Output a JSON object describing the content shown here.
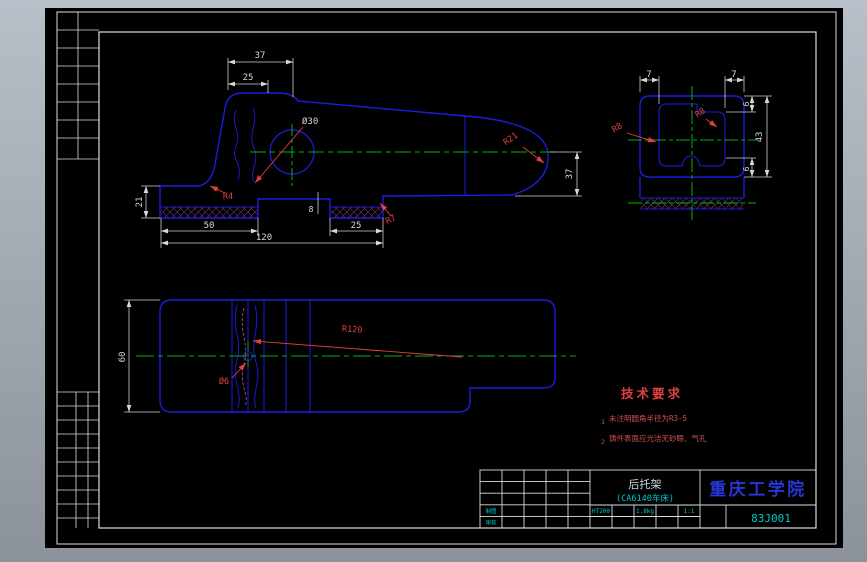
{
  "drawing": {
    "side_view": {
      "dim_top_width": "37",
      "dim_top_inner": "25",
      "dim_bore": "Ø30",
      "dim_nose_radius": "R21",
      "dim_right_height": "37",
      "dim_foot_height": "21",
      "dim_fillet": "R4",
      "dim_pad_left": "50",
      "dim_overall": "120",
      "dim_relief": "8",
      "dim_pad_right": "25",
      "dim_step_radius": "R7"
    },
    "end_view": {
      "dim_wall_left": "7",
      "dim_wall_right": "7",
      "dim_radius_left": "R8",
      "dim_radius_right": "R8",
      "dim_height": "43",
      "dim_top_offset": "6",
      "dim_bottom_offset": "6"
    },
    "plan_view": {
      "dim_arc": "R120",
      "dim_width": "60",
      "dim_hole": "Ø6"
    },
    "tech_requirements": {
      "title": "技术要求",
      "item1_no": "1",
      "item1": "未注明圆角半径为R3-5",
      "item2_no": "2",
      "item2": "铸件表面应光洁无砂眼、气孔"
    },
    "title_block": {
      "part_name": "后托架",
      "part_spec": "(CA6140车床)",
      "company": "重庆工学院",
      "drawing_no": "83J001",
      "material": "HT200",
      "weight": "1.8kg",
      "scale": "1:1",
      "label_draw": "制图",
      "label_check": "审核"
    },
    "colors": {
      "part_line": "#1c1cdf",
      "centerline": "#00b400",
      "dimension_text": "#d8d8d8",
      "callout": "#e04040",
      "company_text": "#2a35d8",
      "title_cyan": "#00c8c8"
    }
  }
}
